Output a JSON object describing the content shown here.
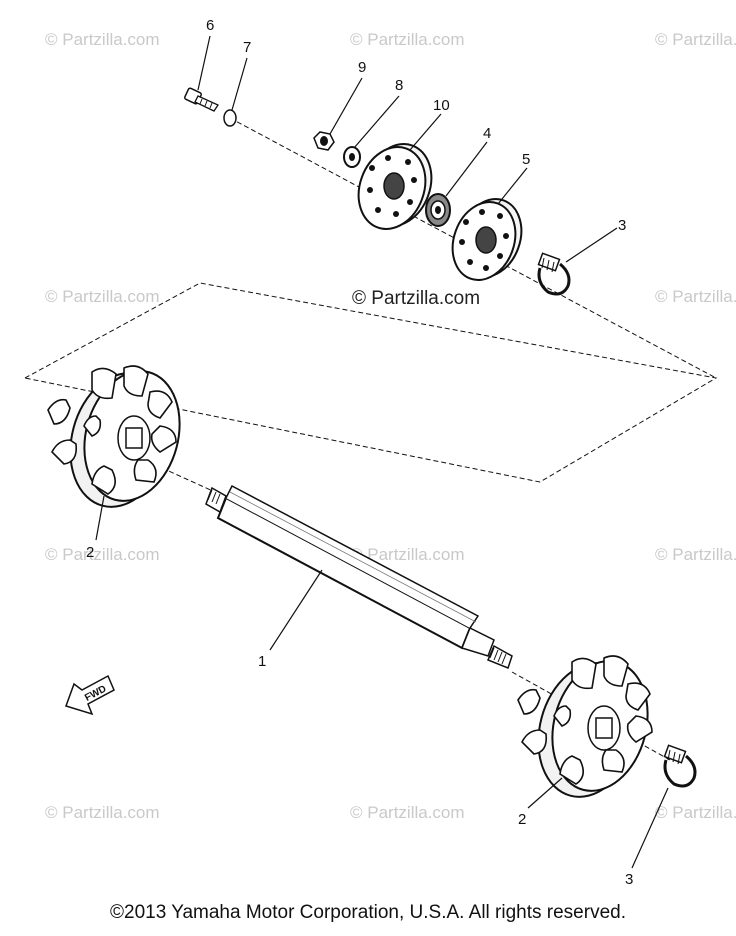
{
  "callouts": {
    "c6": "6",
    "c7": "7",
    "c9": "9",
    "c8": "8",
    "c10": "10",
    "c4": "4",
    "c5": "5",
    "c3a": "3",
    "c2a": "2",
    "c1": "1",
    "c2b": "2",
    "c3b": "3"
  },
  "watermark": {
    "text": "© Partzilla.com",
    "main": "© Partzilla.com"
  },
  "fwd_label": "FWD",
  "copyright": "©2013 Yamaha Motor Corporation, U.S.A. All rights reserved."
}
